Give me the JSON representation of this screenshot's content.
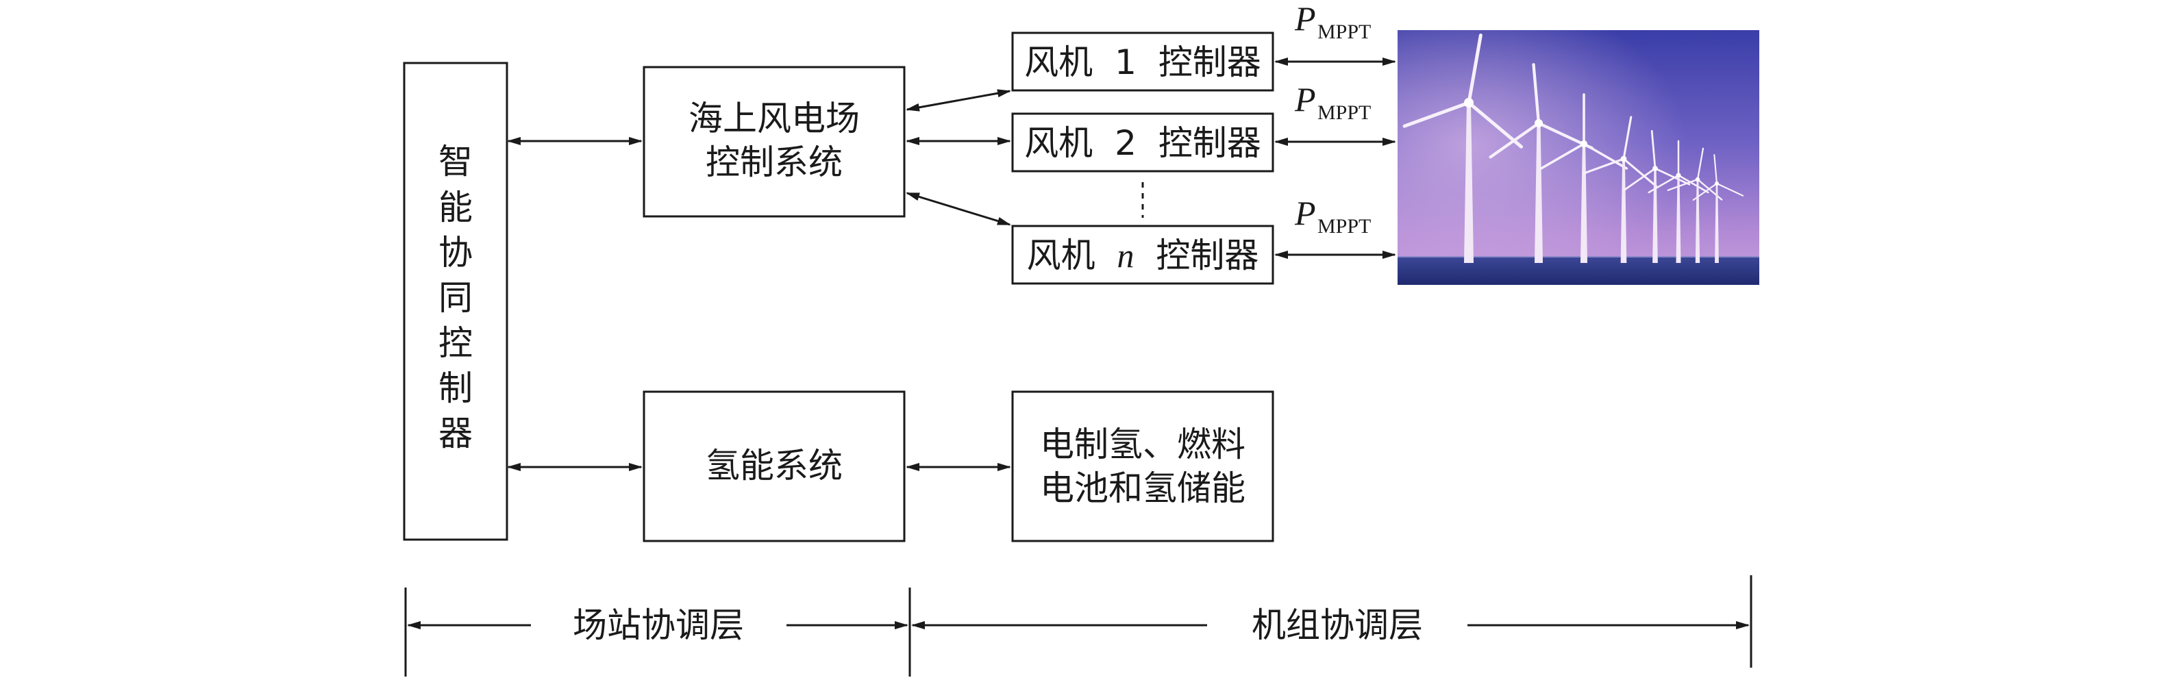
{
  "controller": {
    "chars": [
      "智",
      "能",
      "协",
      "同",
      "控",
      "制",
      "器"
    ]
  },
  "farm_control": {
    "line1": "海上风电场",
    "line2": "控制系统"
  },
  "hydrogen_system": {
    "label": "氢能系统"
  },
  "hydrogen_storage": {
    "line1": "电制氢、燃料",
    "line2": "电池和氢储能"
  },
  "turbines": [
    {
      "prefix": "风机",
      "index": "1",
      "suffix": "控制器",
      "italic_index": false
    },
    {
      "prefix": "风机",
      "index": "2",
      "suffix": "控制器",
      "italic_index": false
    },
    {
      "prefix": "风机",
      "index": "n",
      "suffix": "控制器",
      "italic_index": true
    }
  ],
  "power_label": {
    "symbol": "P",
    "subscript": "MPPT"
  },
  "layers": {
    "station": "场站协调层",
    "unit": "机组协调层"
  },
  "image": {
    "subject": "offshore wind farm photo",
    "sky_top": "#3f42a6",
    "sky_bottom": "#b98ad2",
    "sea": "#2f3a86"
  }
}
